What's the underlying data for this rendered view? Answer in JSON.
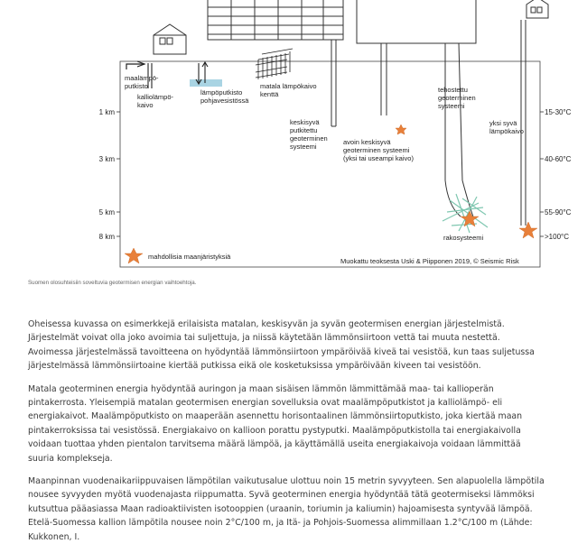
{
  "figure": {
    "labels": {
      "maalampo": [
        "maalämpö-",
        "putkisto"
      ],
      "kalliolampo": [
        "kalliolämpö-",
        "kaivo"
      ],
      "pohjavesi": [
        "lämpöputkisto",
        "pohjavesistössä"
      ],
      "matala_kaivokentta": [
        "matala lämpökaivo",
        "kenttä"
      ],
      "keskisyva_putkitettu": [
        "keskisyvä",
        "putkitettu",
        "geoterminen",
        "systeemi"
      ],
      "avoin_keskisyva": [
        "avoin keskisyvä",
        "geoterminen systeemi",
        "(yksi tai useampi kaivo)"
      ],
      "tehostettu": [
        "tehostettu",
        "geoterminen",
        "systeemi"
      ],
      "yksi_syva": [
        "yksi syvä",
        "lämpökaivo"
      ],
      "rakosysteemi": "rakosysteemi",
      "legend_quakes": "mahdollisia maanjäristyksiä",
      "credit": "Muokattu teoksesta Uski & Piipponen 2019, © Seismic Risk"
    },
    "depth_ticks": [
      "1 km",
      "3 km",
      "5 km",
      "8 km"
    ],
    "temp_ticks": [
      "15-30°C",
      "40-60°C",
      "55-90°C",
      ">100°C"
    ],
    "colors": {
      "water": "#a9d4e3",
      "star": "#e8803a",
      "star_stroke": "#c85d17",
      "fracture": "#7fc7b0",
      "line": "#333333"
    }
  },
  "caption": "Suomen olosuhteisiin soveltuvia geotermisen energian vaihtoehtoja.",
  "paragraphs": [
    "Oheisessa kuvassa on esimerkkejä erilaisista matalan, keskisyvän ja syvän geotermisen energian järjestelmistä. Järjestelmät voivat olla joko avoimia tai suljettuja, ja niissä käytetään lämmönsiirtoon vettä tai muuta nestettä. Avoimessa järjestelmässä tavoitteena on hyödyntää lämmönsiirtoon ympäröivää kiveä tai vesistöä, kun taas suljetussa järjestelmässä lämmönsiirtoaine kiertää putkissa eikä ole kosketuksissa ympäröivään kiveen tai vesistöön.",
    "Matala geoterminen energia hyödyntää auringon ja maan sisäisen lämmön lämmittämää maa- tai kallioperän pintakerrosta. Yleisempiä matalan geotermisen energian sovelluksia ovat maalämpöputkistot ja kalliolämpö- eli energiakaivot. Maalämpöputkisto on maaperään asennettu horisontaalinen lämmönsiirtoputkisto, joka kiertää maan pintakerroksissa tai vesistössä. Energiakaivo on kallioon porattu pystyputki. Maalämpöputkistolla tai energiakaivolla voidaan tuottaa yhden pientalon tarvitsema määrä lämpöä, ja käyttämällä useita energiakaivoja voidaan lämmittää suuria komplekseja.",
    "Maanpinnan vuodenaikariippuvaisen lämpötilan vaikutusalue ulottuu noin 15 metrin syvyyteen. Sen alapuolella lämpötila nousee syvyyden myötä vuodenajasta riippumatta. Syvä geoterminen energia hyödyntää tätä geotermiseksi lämmöksi kutsuttua pääasiassa Maan radioaktiivisten isotooppien (uraanin, toriumin ja kaliumin) hajoamisesta syntyvää lämpöä. Etelä-Suomessa kallion lämpötila nousee noin 2°C/100 m, ja Itä- ja Pohjois-Suomessa alimmillaan 1.2°C/100 m (Lähde: Kukkonen, I."
  ]
}
